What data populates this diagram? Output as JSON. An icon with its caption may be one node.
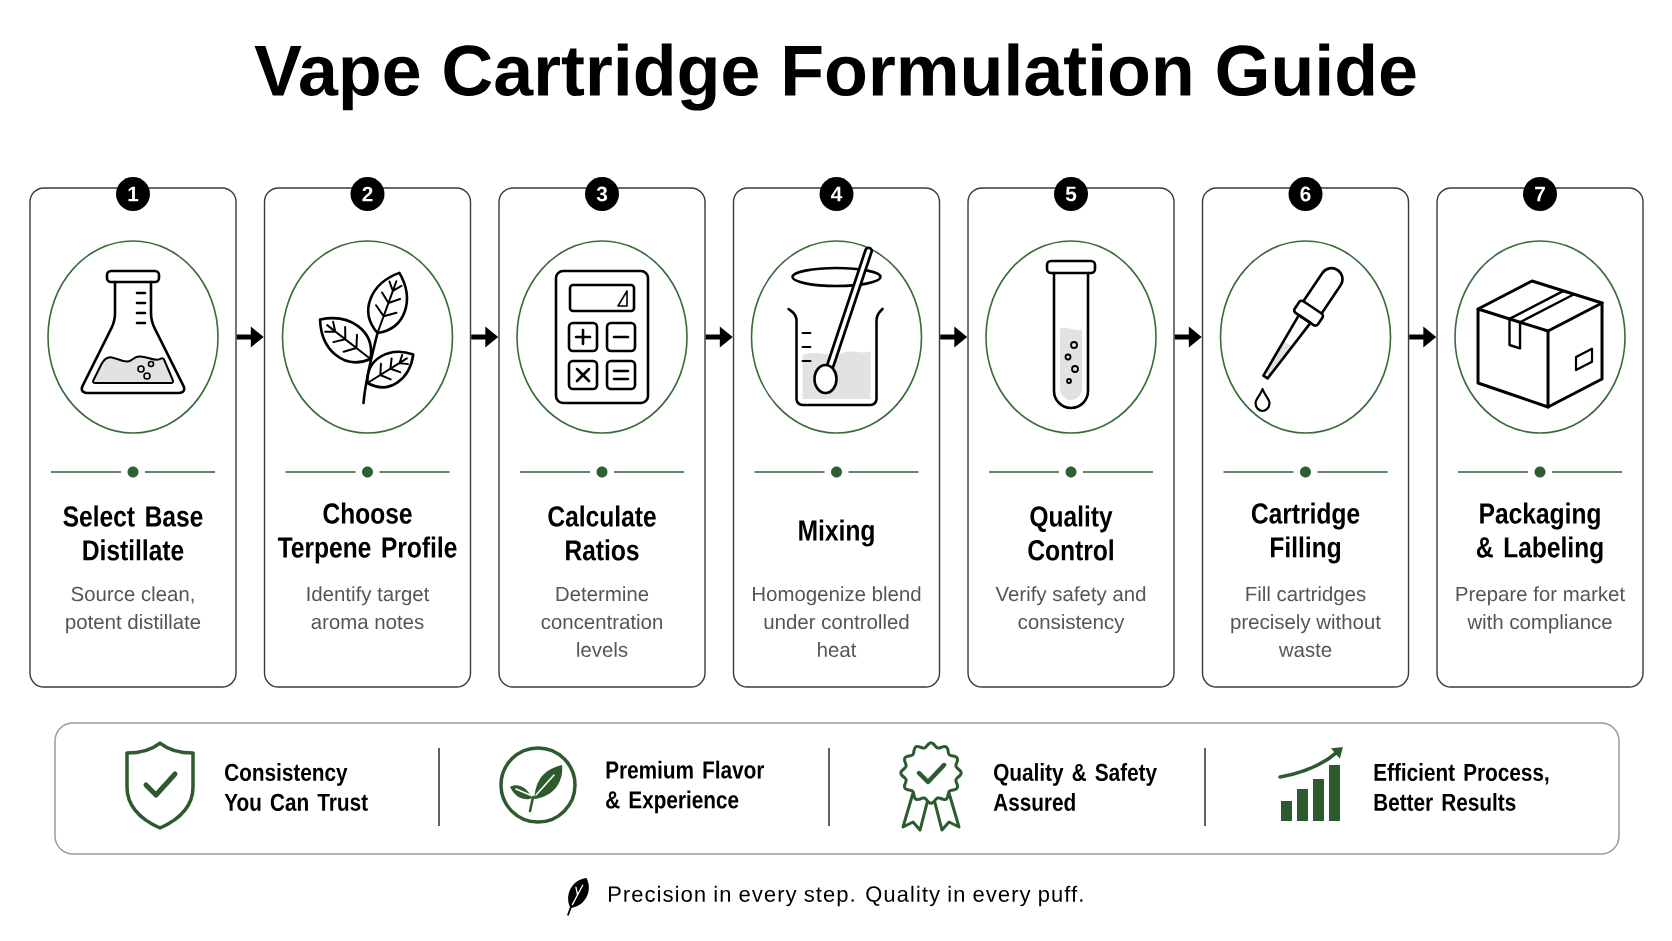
{
  "diagram": {
    "title": "Vape Cartridge Formulation Guide",
    "caption": "Precision in every step. Quality in every puff.",
    "nodes": [
      {
        "text": [
          "1",
          "Select Base Distillate",
          "Source clean, potent distillate"
        ]
      },
      {
        "text": [
          "2",
          "Choose Terpene Profile",
          "Identify target aroma notes"
        ]
      },
      {
        "text": [
          "3",
          "Calculate Ratios",
          "Determine concentration levels"
        ]
      },
      {
        "text": [
          "4",
          "Mixing",
          "Homogenize blend under controlled heat"
        ]
      },
      {
        "text": [
          "5",
          "Quality Control",
          "Verify safety and consistency"
        ]
      },
      {
        "text": [
          "6",
          "Cartridge Filling",
          "Fill cartridges precisely without waste"
        ]
      },
      {
        "text": [
          "7",
          "Packaging & Labeling",
          "Prepare for market with compliance"
        ]
      },
      {
        "text": [
          "Consistency You Can Trust",
          "Premium Flavor & Experience",
          "Quality & Safety Assured",
          "Efficient Process, Better Results"
        ]
      }
    ],
    "edges": [
      {
        "from": 0,
        "to": 1,
        "arrow": "to"
      },
      {
        "from": 1,
        "to": 2,
        "arrow": "to"
      },
      {
        "from": 2,
        "to": 3,
        "arrow": "to"
      },
      {
        "from": 3,
        "to": 4,
        "arrow": "to"
      },
      {
        "from": 4,
        "to": 5,
        "arrow": "to"
      },
      {
        "from": 5,
        "to": 6,
        "arrow": "to"
      }
    ]
  }
}
